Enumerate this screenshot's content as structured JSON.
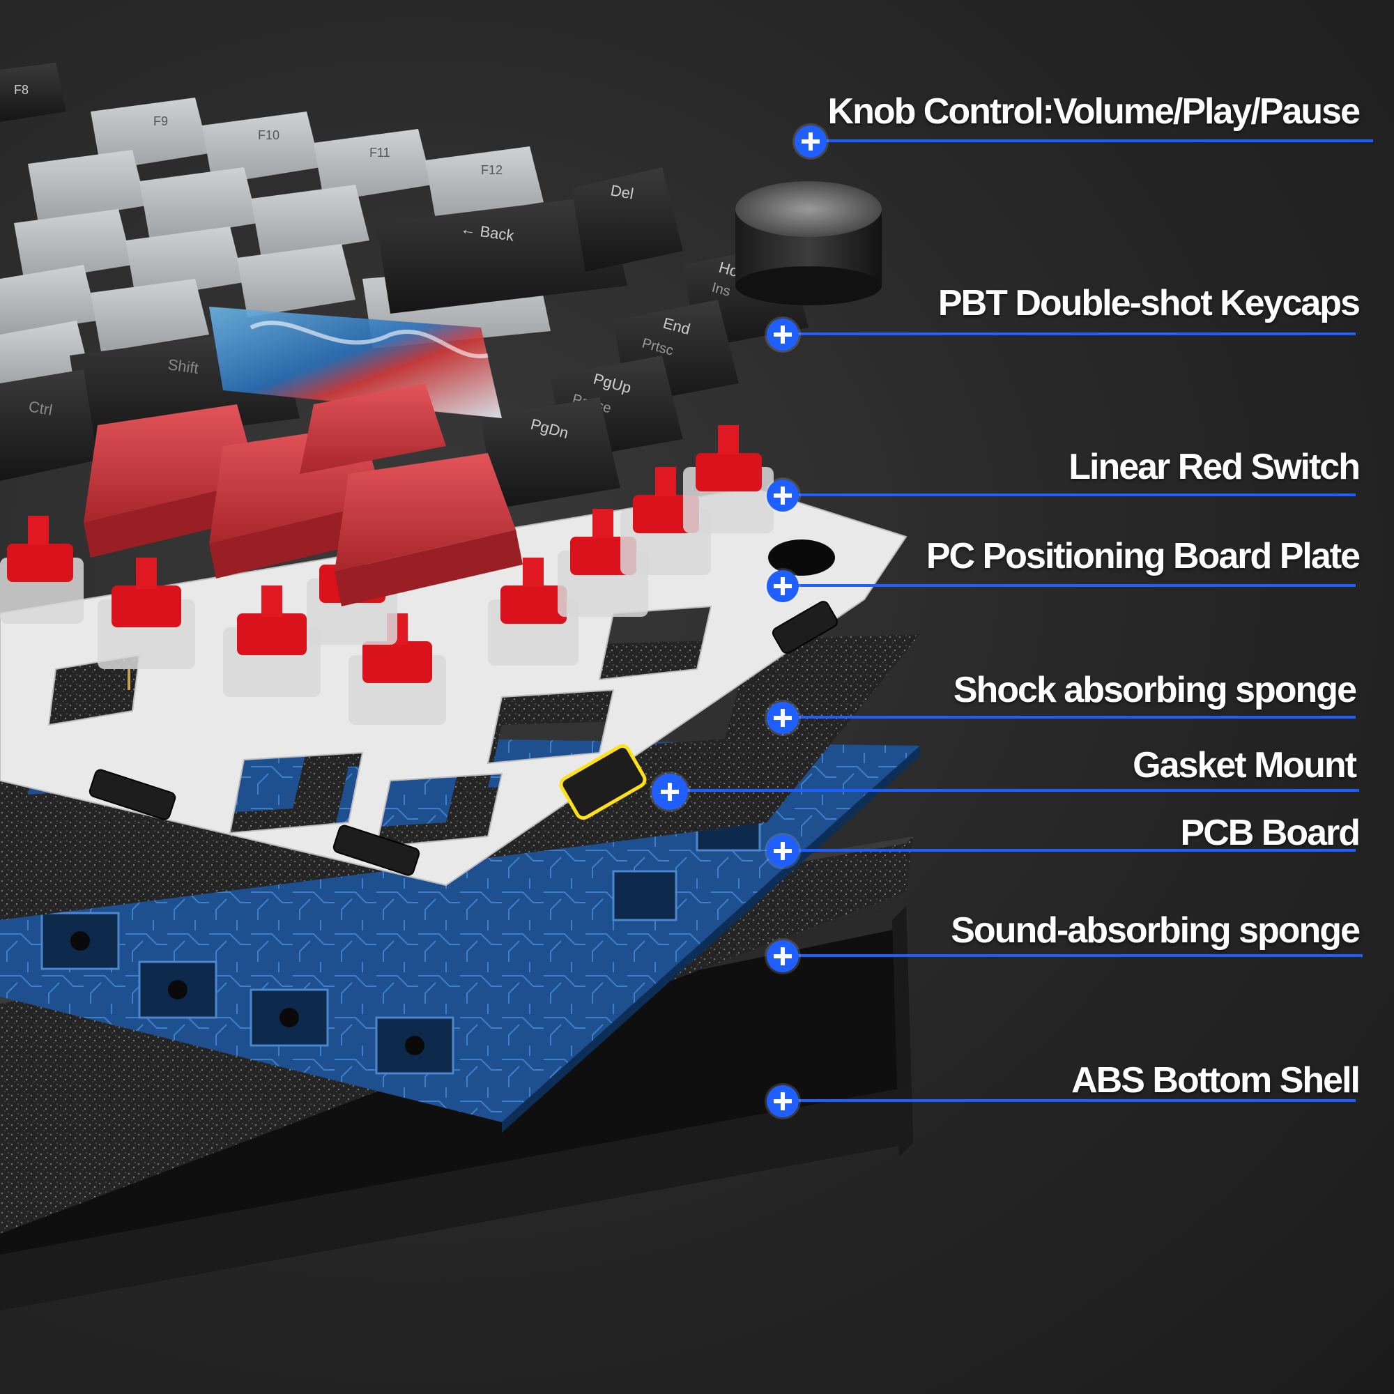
{
  "callouts": [
    {
      "id": "knob",
      "label": "Knob Control:Volume/Play/Pause",
      "icon": "plus-icon"
    },
    {
      "id": "keycaps",
      "label": "PBT Double-shot Keycaps",
      "icon": "plus-icon"
    },
    {
      "id": "switch",
      "label": "Linear Red Switch",
      "icon": "plus-icon"
    },
    {
      "id": "plate",
      "label": "PC Positioning Board Plate",
      "icon": "plus-icon"
    },
    {
      "id": "shock",
      "label": "Shock absorbing sponge",
      "icon": "plus-icon"
    },
    {
      "id": "gasket",
      "label": "Gasket Mount",
      "icon": "plus-icon"
    },
    {
      "id": "pcb",
      "label": "PCB Board",
      "icon": "plus-icon"
    },
    {
      "id": "sound",
      "label": "Sound-absorbing sponge",
      "icon": "plus-icon"
    },
    {
      "id": "shell",
      "label": "ABS Bottom Shell",
      "icon": "plus-icon"
    }
  ],
  "keys": {
    "f8": "F8",
    "f9": "F9",
    "f10": "F10",
    "f11": "F11",
    "f12": "F12",
    "del": "Del",
    "back": "← Back",
    "home": "Home",
    "ins": "Ins",
    "end": "End",
    "prtsc": "Prtsc",
    "pgup": "PgUp",
    "pause": "Pause",
    "pgdn": "PgDn",
    "shift": "Shift",
    "ctrl": "Ctrl"
  },
  "colors": {
    "accent": "#1f5fff",
    "switch_red": "#d9121b",
    "keycap_grey": "#b9bcbf",
    "keycap_dark": "#2b2b2b",
    "pcb_blue": "#1d4f8c",
    "plate_white": "#e9e9e9",
    "gasket_highlight": "#ffe11a"
  }
}
